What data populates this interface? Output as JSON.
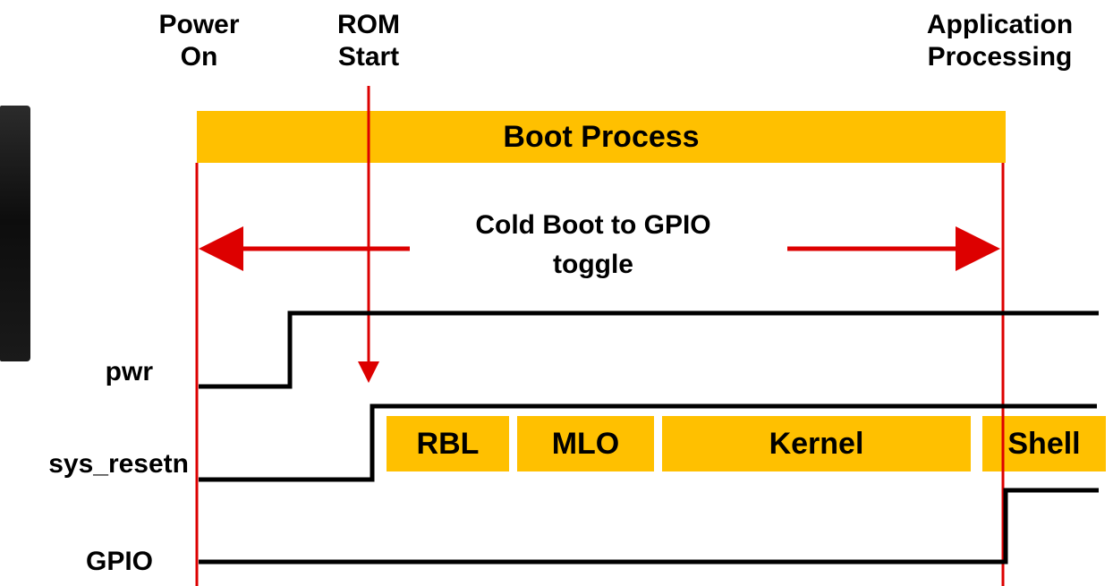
{
  "markers": {
    "power_on": "Power\nOn",
    "rom_start": "ROM\nStart",
    "application_processing": "Application\nProcessing"
  },
  "boot_process_label": "Boot Process",
  "span_label": "Cold Boot to GPIO\ntoggle",
  "signals": {
    "pwr": "pwr",
    "sys_resetn": "sys_resetn",
    "gpio": "GPIO"
  },
  "phases": {
    "rbl": "RBL",
    "mlo": "MLO",
    "kernel": "Kernel",
    "shell": "Shell"
  },
  "colors": {
    "accent": "#FFC000",
    "marker_line": "#DD0000",
    "signal": "#000000"
  }
}
